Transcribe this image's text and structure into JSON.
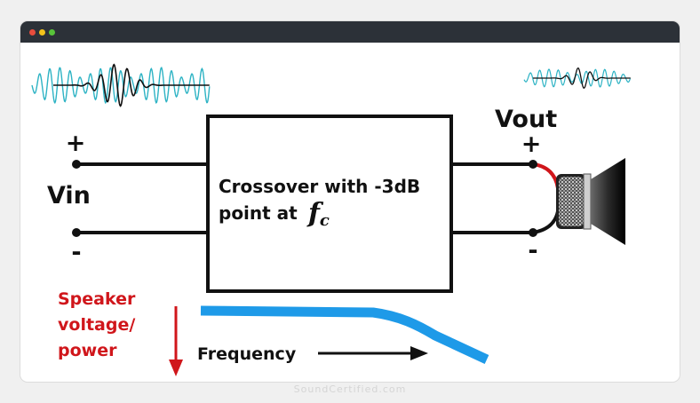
{
  "window": {
    "controls": [
      "close",
      "minimize",
      "maximize"
    ]
  },
  "diagram": {
    "box_label_line1": "Crossover with -3dB",
    "box_label_line2": "point at",
    "fc_symbol": "f",
    "fc_subscript": "c",
    "input": {
      "label": "Vin",
      "plus": "+",
      "minus": "-"
    },
    "output": {
      "label": "Vout",
      "plus": "+",
      "minus": "-"
    },
    "y_label_lines": [
      "Speaker",
      "voltage/",
      "power"
    ],
    "x_label": "Frequency"
  },
  "colors": {
    "curve": "#1e9ae8",
    "accent_red": "#d0161b",
    "wire": "#111111",
    "waveform_cyan": "#2db3c4"
  },
  "watermark": "SoundCertified.com"
}
